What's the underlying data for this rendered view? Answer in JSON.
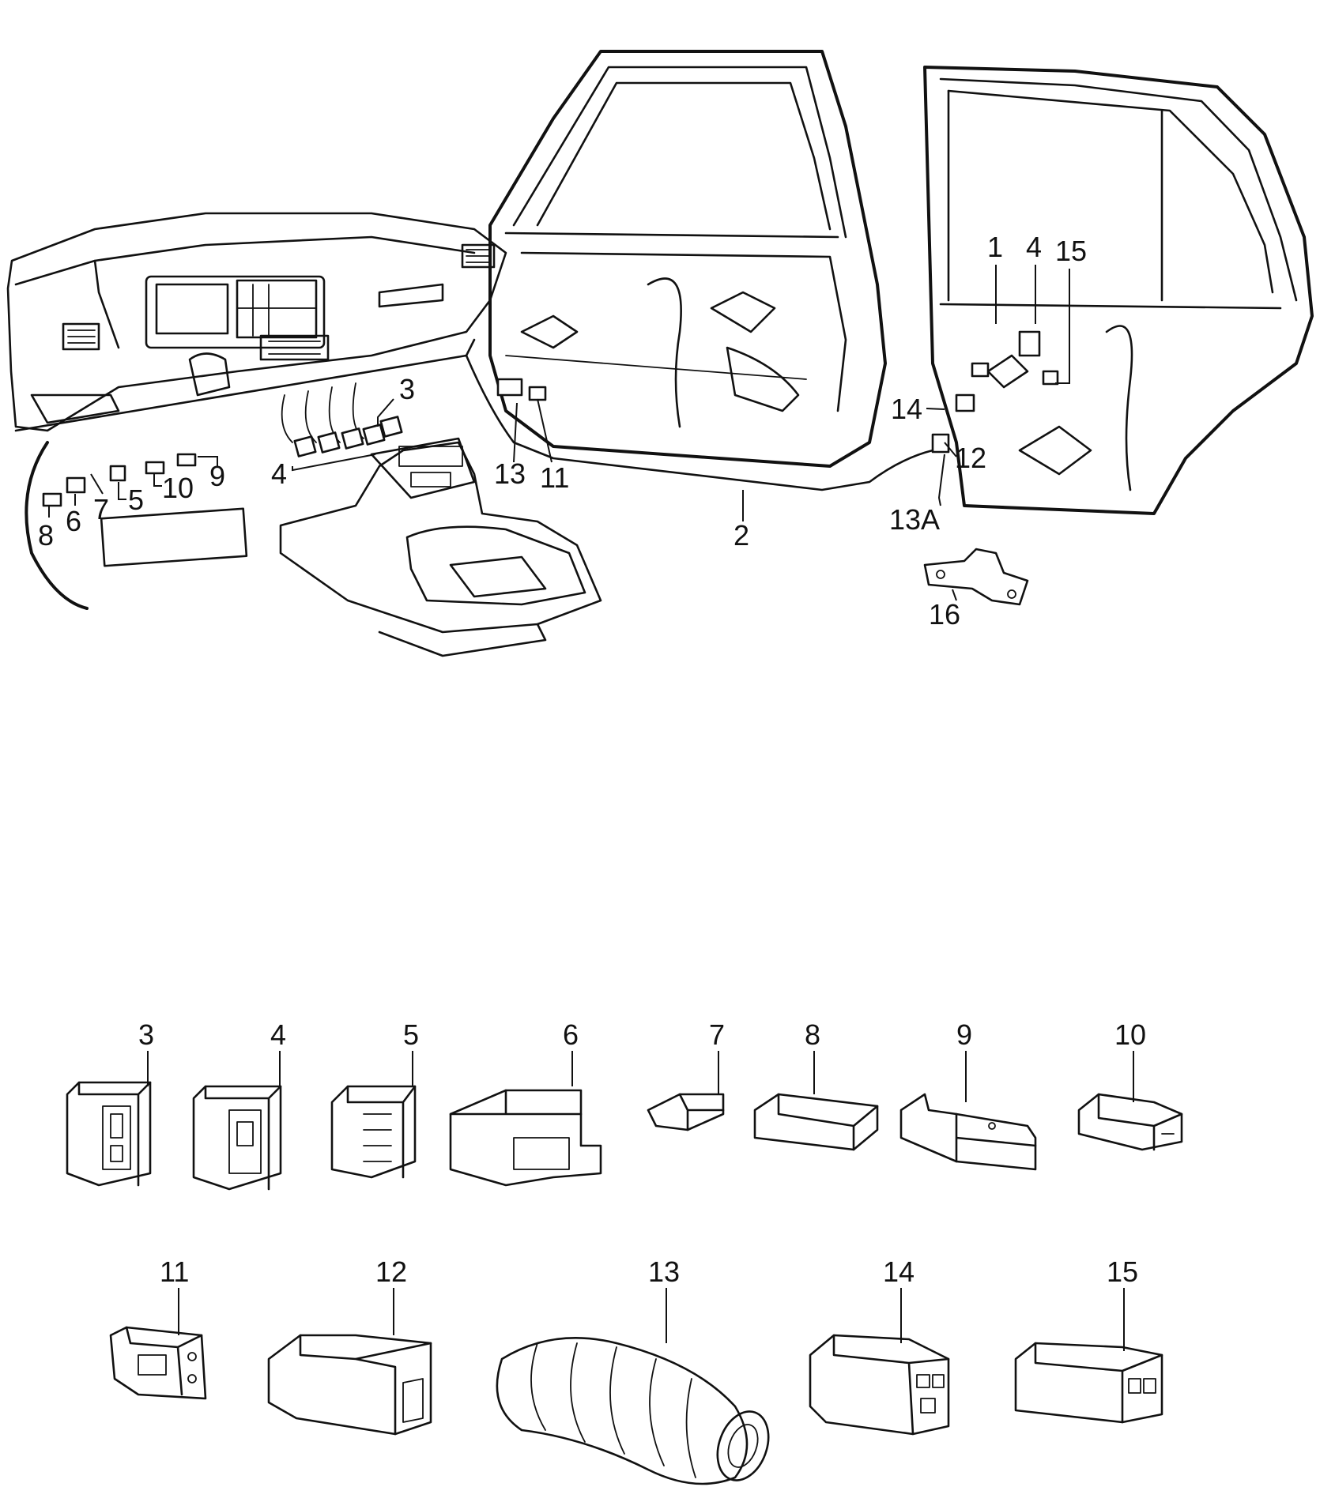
{
  "callouts": {
    "c1": "1",
    "c2": "2",
    "c3": "3",
    "c4a": "4",
    "c4b": "4",
    "c5": "5",
    "c6": "6",
    "c7": "7",
    "c8": "8",
    "c9": "9",
    "c10": "10",
    "c11": "11",
    "c12": "12",
    "c13": "13",
    "c13a": "13A",
    "c14": "14",
    "c15": "15",
    "c16": "16"
  },
  "parts": [
    {
      "label": "3"
    },
    {
      "label": "4"
    },
    {
      "label": "5"
    },
    {
      "label": "6"
    },
    {
      "label": "7"
    },
    {
      "label": "8"
    },
    {
      "label": "9"
    },
    {
      "label": "10"
    },
    {
      "label": "11"
    },
    {
      "label": "12"
    },
    {
      "label": "13"
    },
    {
      "label": "14"
    },
    {
      "label": "15"
    }
  ],
  "colors": {
    "line": "#111111",
    "background": "#ffffff"
  }
}
